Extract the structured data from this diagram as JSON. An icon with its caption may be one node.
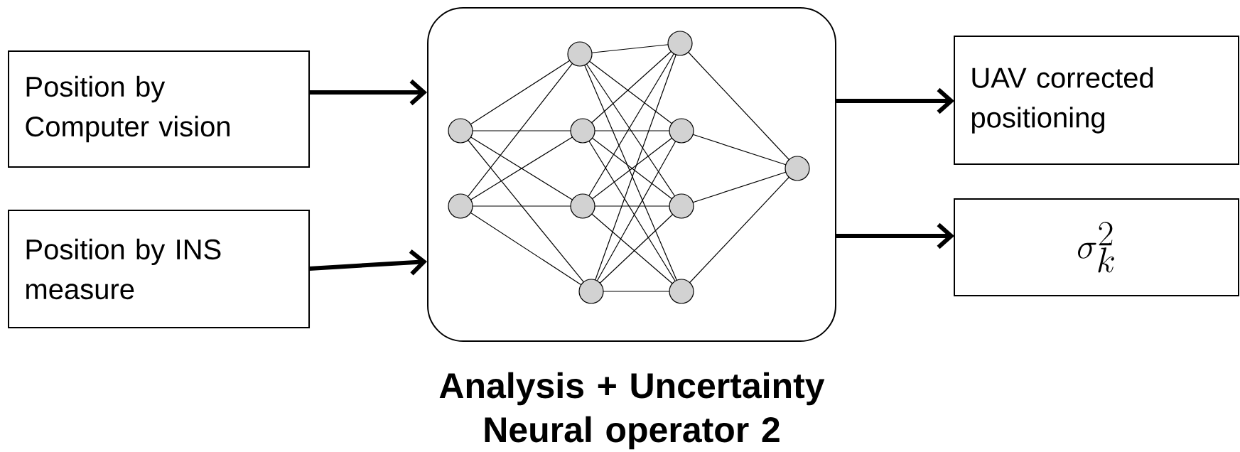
{
  "diagram": {
    "nodes": [
      {
        "text": [
          "Position by Computer vision"
        ]
      },
      {
        "text": [
          "Position by INS measure"
        ]
      },
      {
        "text": [],
        "shape": "box",
        "beside": [
          "Analysis + Uncertainty Neural operator 2"
        ]
      },
      {
        "text": [
          "UAV corrected positioning"
        ]
      },
      {
        "text": [
          "\\sigma_k^2"
        ]
      }
    ],
    "edges": [
      {
        "from": 0,
        "to": 2,
        "arrow": "to"
      },
      {
        "from": 1,
        "to": 2,
        "arrow": "to"
      },
      {
        "from": 2,
        "to": 3,
        "arrow": "to"
      },
      {
        "from": 2,
        "to": 4,
        "arrow": "to"
      }
    ]
  }
}
